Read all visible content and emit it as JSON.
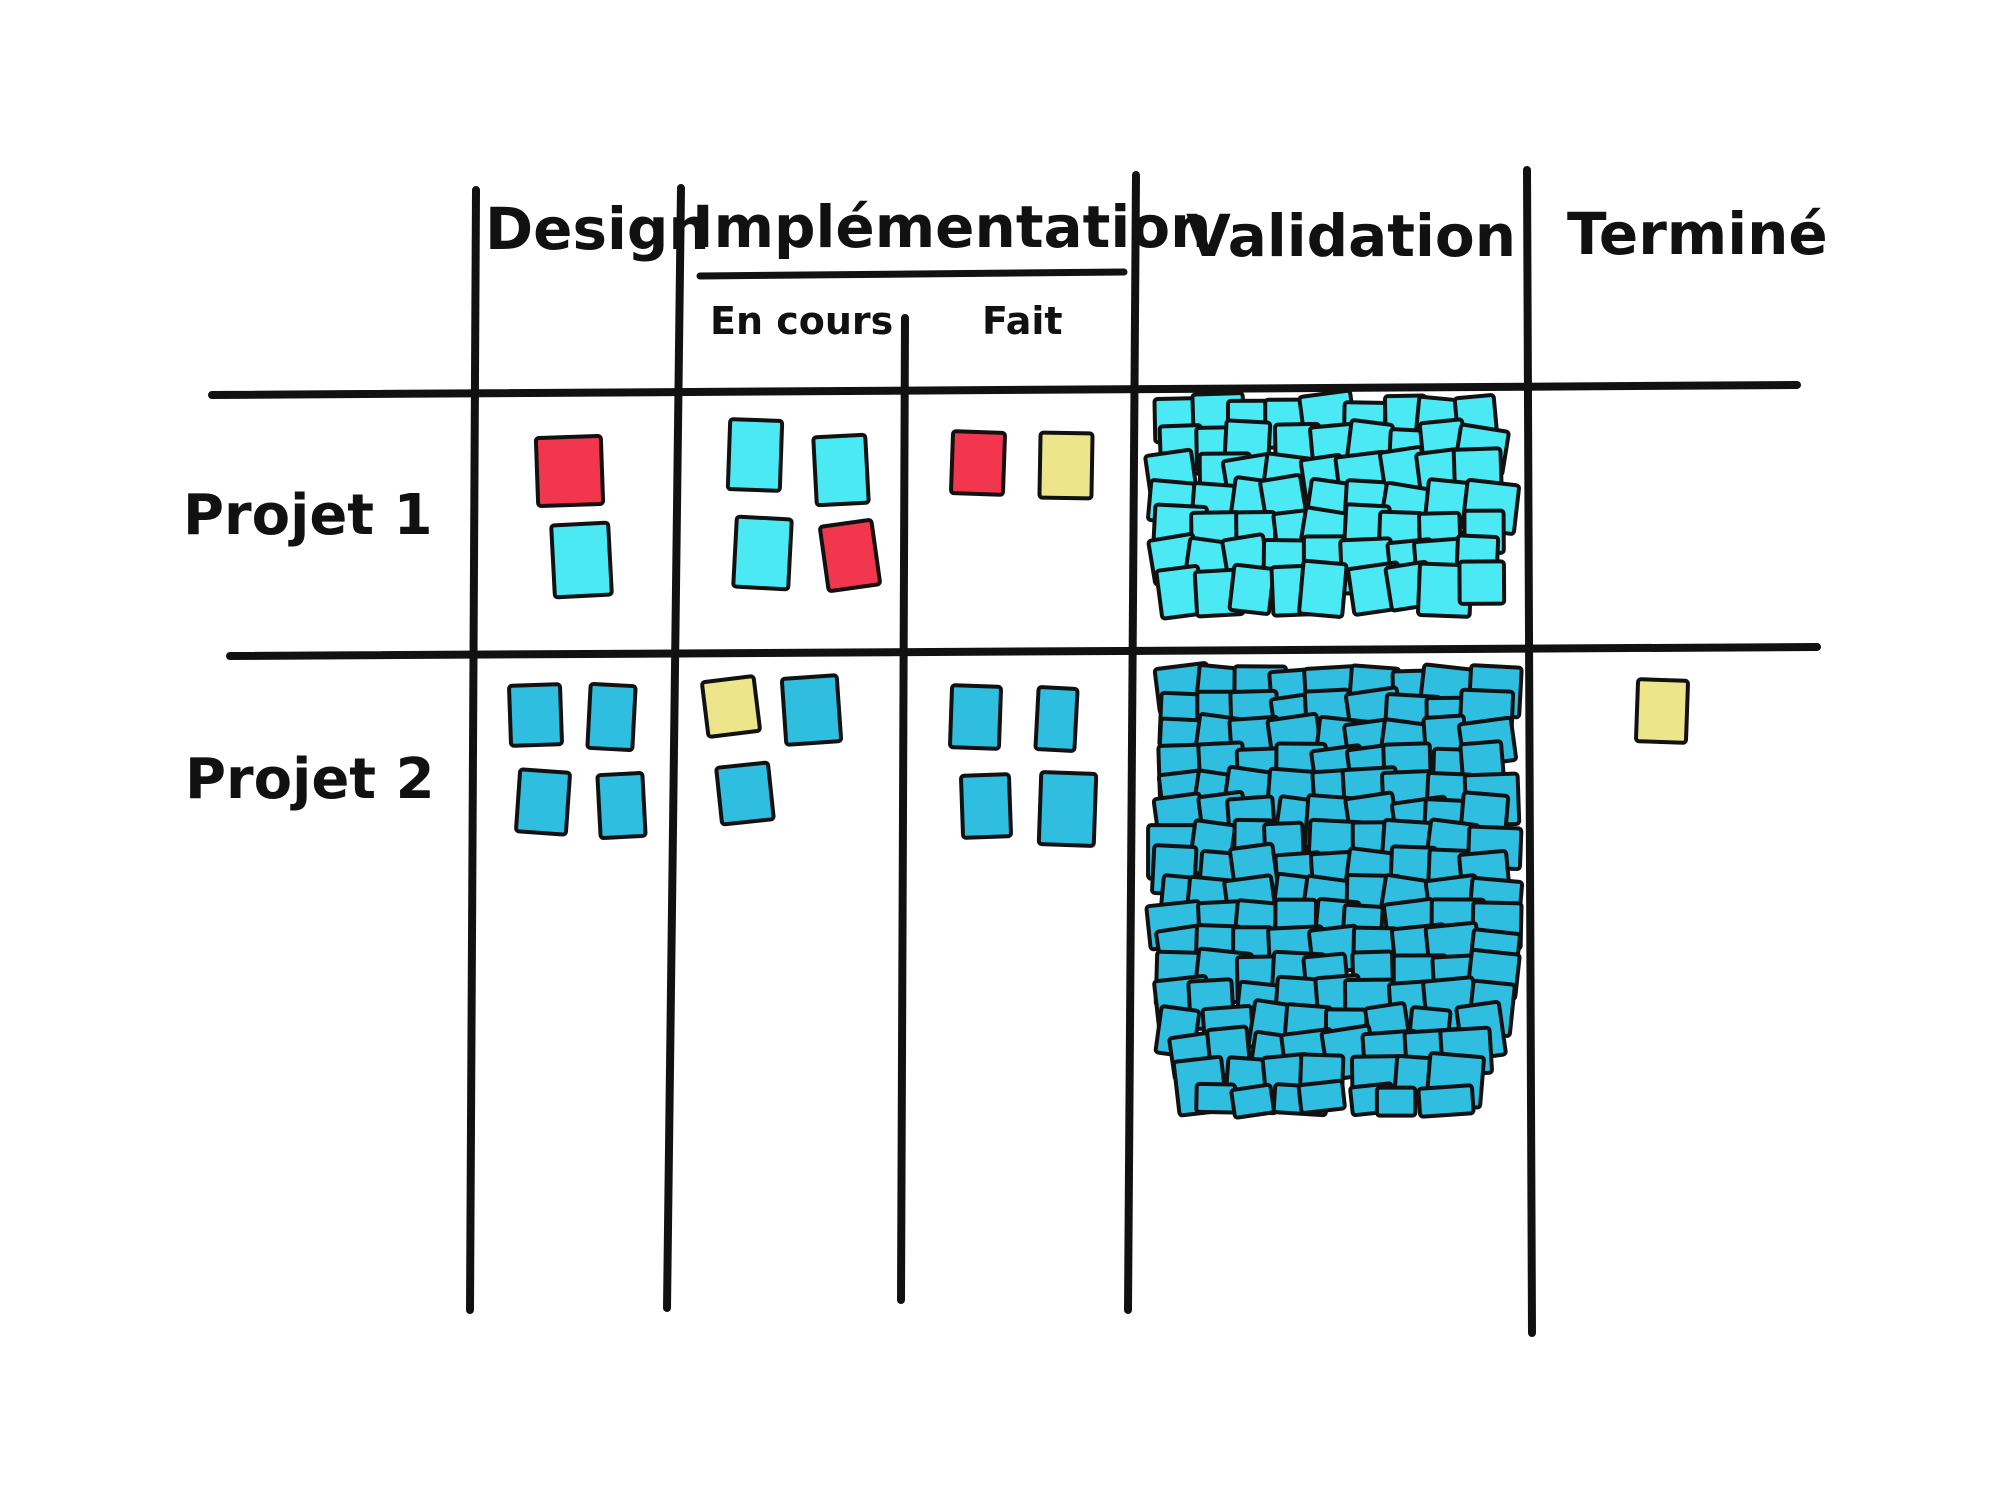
{
  "columns": {
    "design": "Design",
    "implementation": "Implémentation",
    "implementation_sub": {
      "in_progress": "En cours",
      "done": "Fait"
    },
    "validation": "Validation",
    "done": "Terminé"
  },
  "rows": {
    "project_1": "Projet 1",
    "project_2": "Projet 2"
  },
  "colors": {
    "ink": "#111111",
    "red_card": "#f2364d",
    "yellow_card": "#ede58a",
    "cyan_card": "#4ae9f4",
    "blue_card": "#2fbde0"
  },
  "cells": {
    "project_1": {
      "design": {
        "red": 1,
        "cyan": 1
      },
      "in_progress": {
        "cyan": 3,
        "red": 1
      },
      "done_sub": {
        "red": 1,
        "yellow": 1
      },
      "validation": {
        "cyan": "many"
      },
      "done": {}
    },
    "project_2": {
      "design": {
        "blue": 4
      },
      "in_progress": {
        "yellow": 1,
        "blue": 2
      },
      "done_sub": {
        "blue": 4
      },
      "validation": {
        "blue": "many"
      },
      "done": {
        "yellow": 1
      }
    }
  }
}
